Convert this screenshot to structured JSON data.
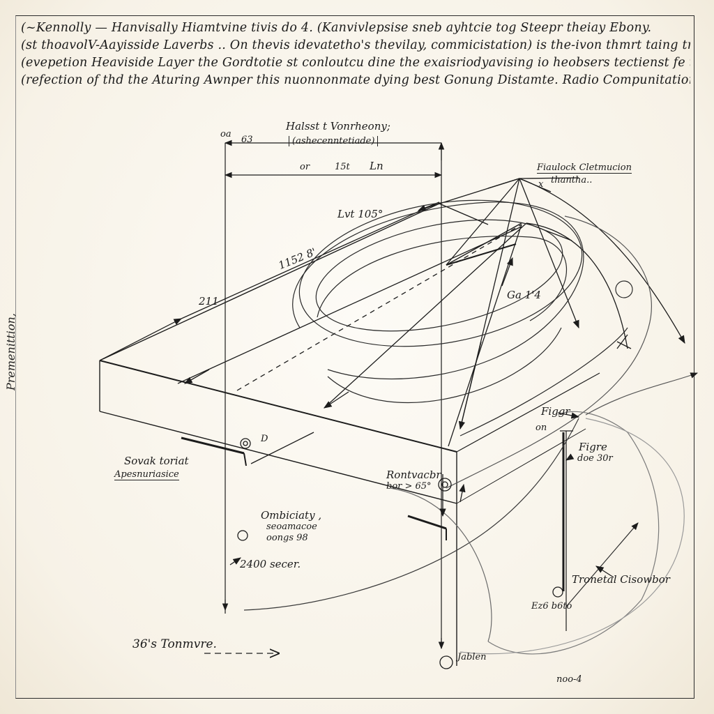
{
  "header_lines": [
    "(~Kennolly — Hanvisally Hiamtvine tivis do 4. (Kanvivlepsise sneb ayhtcie tog Steepr theiay Ebony.",
    "(st thoavolV-Aayisside Laverbs .. On thevis idevatetho's thevilay, commicistation) is the-ivon thmrt taing trm",
    "(evepetion Heaviside Layer the Gordtotie st conloutcu dine the exaisriodyavising io heobsers tectienst fe the.",
    "(refection of thd the Aturing Awnper this nuonnonmate dying best Gonung Distamte. Radio Compunitation)."
  ],
  "side_label": "Premenittion,",
  "title": "Halsst t Vonrheony;",
  "subtitle": "(ashecenntetiade)",
  "labels": {
    "top_left_a": "oa",
    "top_left_b": "63",
    "dim_mid": "or",
    "dim_angle": "15t",
    "dim_ln": "Ln",
    "lvt": "Lvt 105°",
    "diag_dim": "1152 8'",
    "diag_small": "211",
    "apex_title": "Fiaulock Cletmucion",
    "apex_sub": "thantha..",
    "apex_x": "x",
    "mid_right": "Ga 1'4",
    "sovak_1": "Sovak toriat",
    "sovak_2": "Apesnuriasice",
    "circle_d": "D",
    "rontvacbr_1": "Rontvacbr",
    "rontvacbr_2": "bor > 65°",
    "ombiciaty_1": "Ombiciaty ,",
    "ombiciaty_2": "seoamacoe",
    "ombiciaty_3": "oongs 98",
    "s2400": "2400 secer.",
    "bottom_left": "36's Tonmvre.",
    "figgr_1": "Figgr",
    "figgr_2": "on",
    "figre_1": "Figre",
    "figre_2": "doe 30r",
    "tronetal": "Tronetal Cisowbor",
    "ez6": "Ez6 b6to",
    "jablen": "Jablen",
    "noo": "noo-4"
  }
}
